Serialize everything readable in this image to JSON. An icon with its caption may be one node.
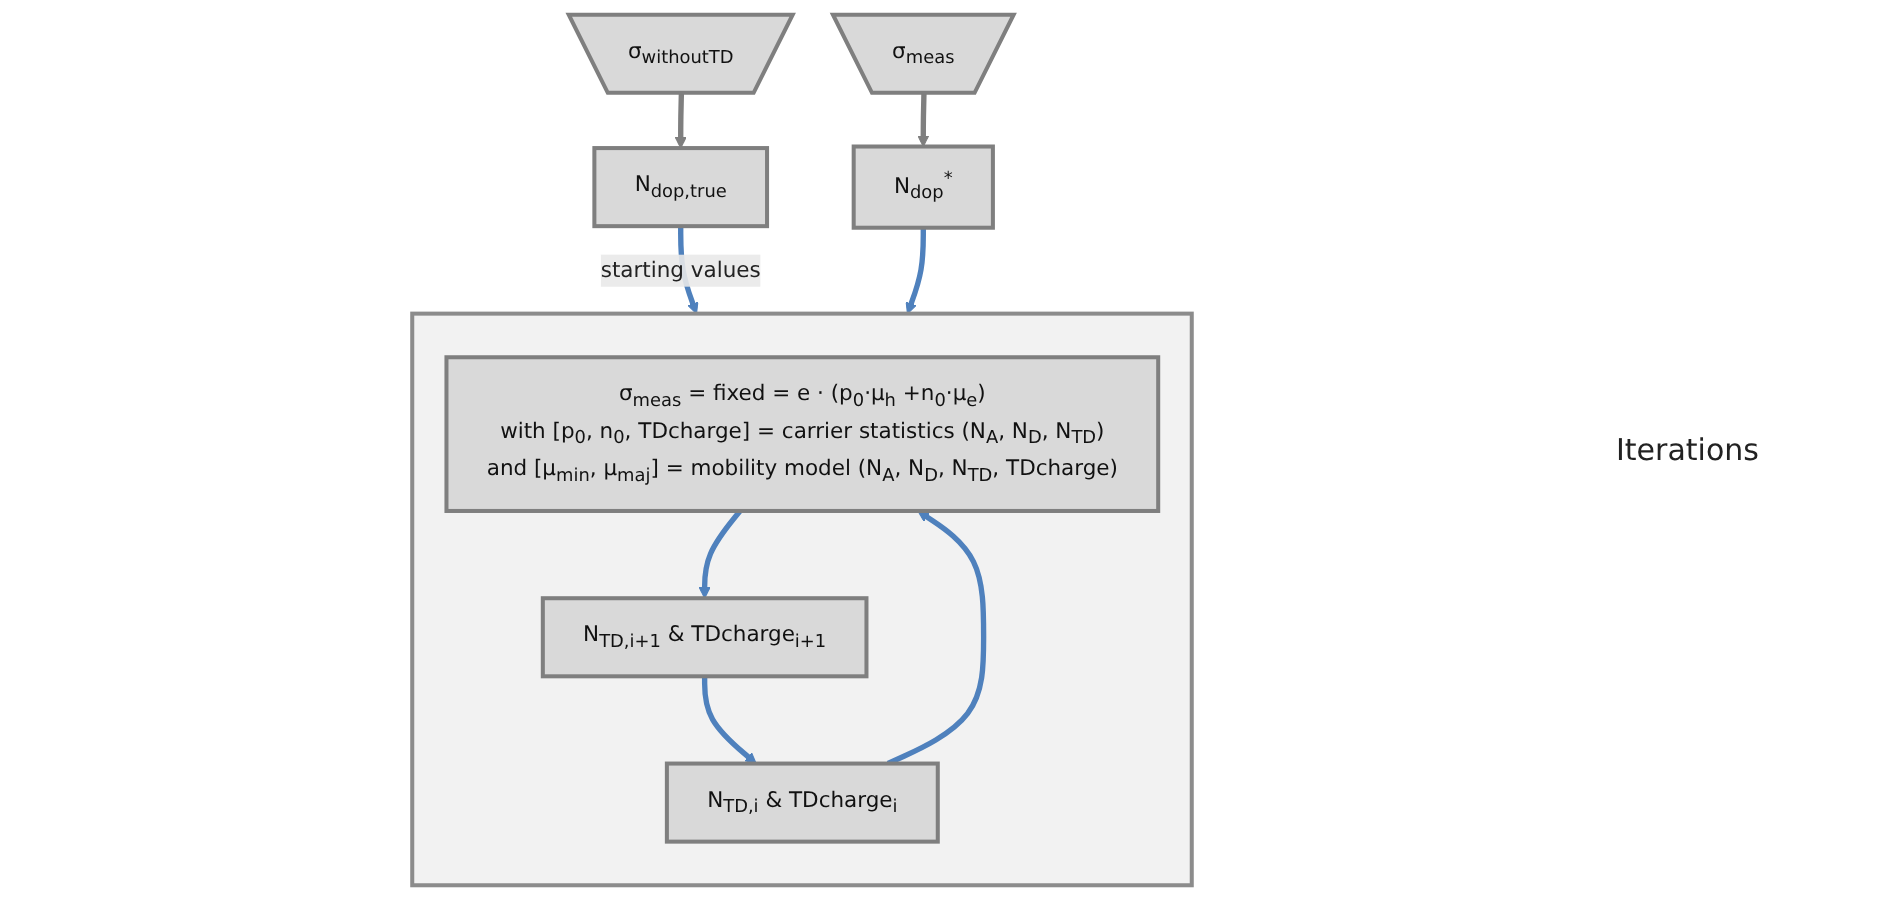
{
  "diagram": {
    "nodes": [
      {
        "text": [
          "σ$_{withoutTD}$"
        ]
      },
      {
        "text": [
          "σ$_{meas}$"
        ]
      },
      {
        "text": [
          "N$_{dop,true}$"
        ]
      },
      {
        "text": [
          "N$_{dop}$$^{*}$"
        ]
      },
      {
        "text": [],
        "shape": "box"
      },
      {
        "text": [
          "σ$_{meas}$ = fixed = e · (p$_{0}$·μ$_{h}$ +n$_{0}$·μ$_{e}$)",
          "with [p$_{0}$, n$_{0}$, TDcharge] = carrier statistics (N$_{A}$, N$_{D}$, N$_{TD}$)",
          "and [μ$_{min}$, μ$_{maj}$] = mobility model (N$_{A}$, N$_{D}$, N$_{TD}$, TDcharge)"
        ],
        "in": 4
      },
      {
        "text": [
          "N$_{TD,i}$ & TDcharge$_{i}$"
        ],
        "in": 4
      },
      {
        "text": [
          "N$_{TD,i+1}$ & TDcharge$_{i+1}$"
        ],
        "in": 4
      }
    ],
    "edges": [
      {
        "from": 0,
        "to": 2,
        "arrow": "to",
        "color": "#7f7f7f"
      },
      {
        "from": 1,
        "to": 3,
        "arrow": "to",
        "color": "#7f7f7f"
      },
      {
        "from": 2,
        "to": 4,
        "arrow": "to",
        "label": "starting values"
      },
      {
        "from": 3,
        "to": 4,
        "arrow": "to"
      },
      {
        "from": 5,
        "to": 7,
        "arrow": "to"
      },
      {
        "from": 7,
        "to": 6,
        "arrow": "to"
      },
      {
        "from": 6,
        "to": 5,
        "arrow": "to"
      }
    ],
    "labels": [
      "Iterations"
    ]
  }
}
